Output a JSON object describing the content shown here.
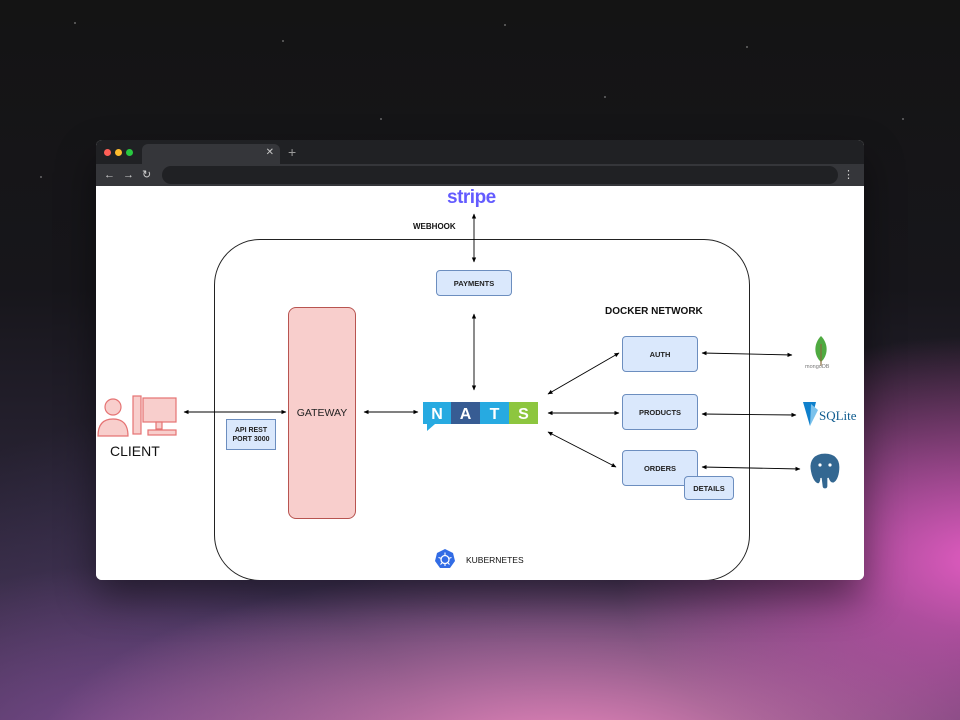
{
  "diagram": {
    "stripe_logo": "stripe",
    "webhook_label": "WEBHOOK",
    "payments_label": "PAYMENTS",
    "docker_network_label": "DOCKER NETWORK",
    "gateway_label": "GATEWAY",
    "api_rest_line1": "API REST",
    "api_rest_line2": "PORT 3000",
    "client_label": "CLIENT",
    "nats_letters": [
      "N",
      "A",
      "T",
      "S"
    ],
    "auth_label": "AUTH",
    "products_label": "PRODUCTS",
    "orders_label": "ORDERS",
    "details_label": "DETAILS",
    "kubernetes_label": "KUBERNETES",
    "mongodb_logo": "mongoDB",
    "sqlite_logo": "SQLite"
  },
  "colors": {
    "service_fill": "#dae8fc",
    "service_border": "#6c8ebf",
    "gateway_fill": "#f8cecc",
    "gateway_border": "#b85450",
    "stripe": "#635bff",
    "nats_blue": "#27aae1",
    "nats_green": "#8dc63f",
    "nats_navy": "#375c93",
    "kubernetes": "#326ce5",
    "mongodb_green": "#4faa41",
    "sqlite_blue": "#0f80cc",
    "postgres_blue": "#336791",
    "client_red": "#e57373"
  }
}
